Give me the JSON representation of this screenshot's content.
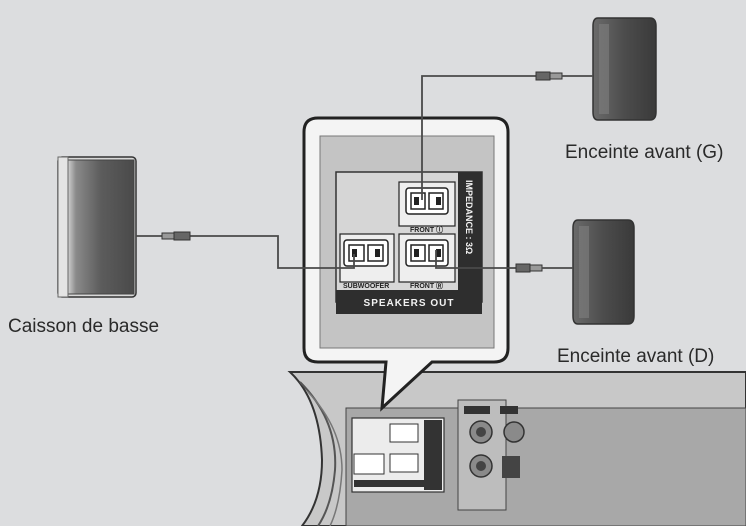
{
  "labels": {
    "front_left": "Enceinte avant (G)",
    "front_right": "Enceinte avant (D)",
    "subwoofer": "Caisson de basse"
  },
  "panel": {
    "speakers_out": "SPEAKERS OUT",
    "impedance": "IMPEDANCE : 3Ω",
    "front_l": "FRONT ⓛ",
    "front_r": "FRONT Ⓡ",
    "subwoofer_port": "SUBWOOFER"
  },
  "colors": {
    "background": "#dcdddf",
    "speaker_body": "#5a5a5a",
    "panel_dark": "#2e2e2e",
    "cable": "#4a4a4a"
  }
}
